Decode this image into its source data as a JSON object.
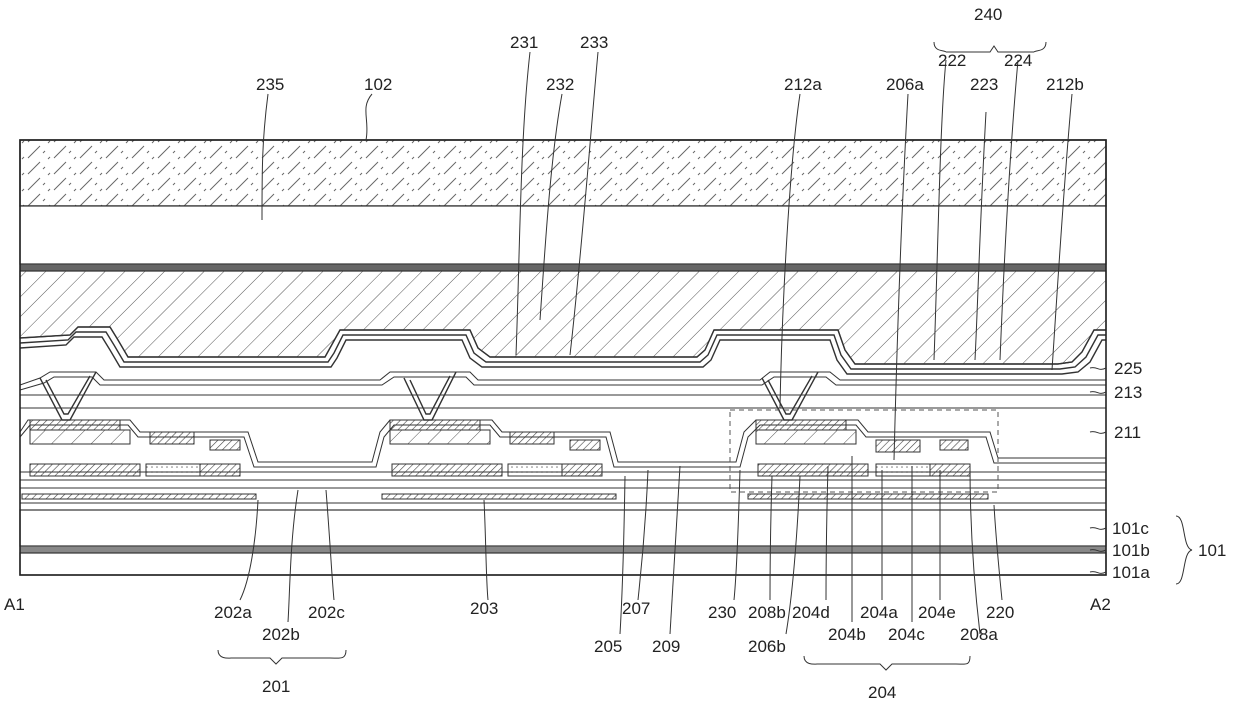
{
  "figure": {
    "top_labels": {
      "l235": "235",
      "l102": "102",
      "l231": "231",
      "l233": "233",
      "l232": "232",
      "l212a": "212a",
      "l240": "240",
      "l222": "222",
      "l224": "224",
      "l206a": "206a",
      "l223": "223",
      "l212b": "212b"
    },
    "right_labels": {
      "l225": "225",
      "l213": "213",
      "l211": "211",
      "l101c": "101c",
      "l101b": "101b",
      "l101a": "101a",
      "l101": "101"
    },
    "side_labels": {
      "a1": "A1",
      "a2": "A2"
    },
    "bottom_labels": {
      "l202a": "202a",
      "l202c": "202c",
      "l202b": "202b",
      "l201": "201",
      "l203": "203",
      "l205": "205",
      "l207": "207",
      "l209": "209",
      "l230": "230",
      "l208b": "208b",
      "l204d": "204d",
      "l204a": "204a",
      "l204e": "204e",
      "l220": "220",
      "l206b": "206b",
      "l204b": "204b",
      "l204c": "204c",
      "l208a": "208a",
      "l204": "204"
    }
  }
}
